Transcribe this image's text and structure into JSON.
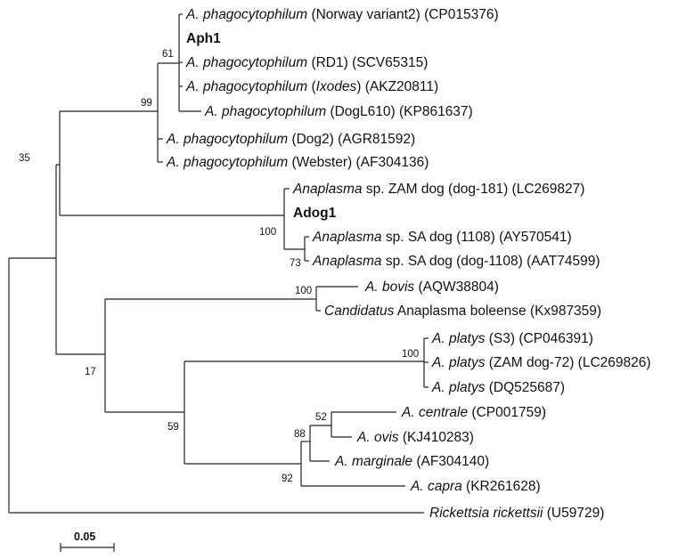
{
  "leaves": [
    {
      "italic": "A. phagocytophilum",
      "rest": " (Norway variant2) (CP015376)"
    },
    {
      "italic": "A. phagocytophilum",
      "rest": " (RD1) (SCV65315)"
    },
    {
      "italic": "A. phagocytophilum",
      "rest": " (",
      "italic2": "Ixodes",
      "rest2": ") (AKZ20811)"
    },
    {
      "italic": "A. phagocytophilum",
      "rest": " (DogL610) (KP861637)"
    },
    {
      "italic": "A. phagocytophilum",
      "rest": " (Dog2) (AGR81592)"
    },
    {
      "italic": "A. phagocytophilum",
      "rest": " (Webster) (AF304136)"
    },
    {
      "italic": "Anaplasma",
      "rest": " sp. ZAM dog (dog-181) (LC269827)"
    },
    {
      "italic": "Anaplasma",
      "rest": " sp. SA dog (1108) (AY570541)"
    },
    {
      "italic": "Anaplasma",
      "rest": " sp. SA dog (dog-1108) (AAT74599)"
    },
    {
      "italic": "A. bovis",
      "rest": " (AQW38804)"
    },
    {
      "italic": "Candidatus",
      "rest": " Anaplasma boleense (Kx987359)"
    },
    {
      "italic": "A. platys",
      "rest": " (S3) (CP046391)"
    },
    {
      "italic": "A. platys",
      "rest": " (ZAM dog-72) (LC269826)"
    },
    {
      "italic": "A. platys",
      "rest": " (DQ525687)"
    },
    {
      "italic": "A. centrale",
      "rest": " (CP001759)"
    },
    {
      "italic": "A. ovis",
      "rest": " (KJ410283)"
    },
    {
      "italic": "A. marginale",
      "rest": " (AF304140)"
    },
    {
      "italic": "A. capra",
      "rest": " (KR261628)"
    },
    {
      "italic": "Rickettsia rickettsii",
      "rest": " (U59729)"
    }
  ],
  "group_labels": [
    "Aph1",
    "Adog1"
  ],
  "supports": [
    "61",
    "99",
    "35",
    "100",
    "73",
    "100",
    "100",
    "17",
    "52",
    "88",
    "92",
    "59"
  ],
  "scale_bar": {
    "label": "0.05"
  }
}
